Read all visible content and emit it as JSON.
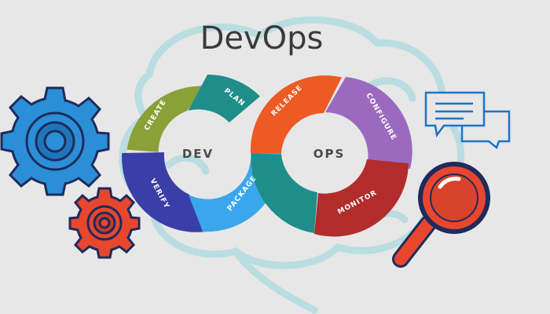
{
  "title": "DevOps",
  "diagram": {
    "left_center": "DEV",
    "right_center": "OPS",
    "segments": {
      "create": {
        "label": "CREATE",
        "color": "#8aa038"
      },
      "plan": {
        "label": "PLAN",
        "color": "#1f8e8a"
      },
      "verify": {
        "label": "VERIFY",
        "color": "#3a3fa8"
      },
      "package": {
        "label": "PACKAGE",
        "color": "#3aa7ec"
      },
      "release": {
        "label": "RELEASE",
        "color": "#ee5a24"
      },
      "configure": {
        "label": "CONFIGURE",
        "color": "#9b6abf"
      },
      "monitor": {
        "label": "MONITOR",
        "color": "#b22c2c"
      }
    }
  },
  "icons": [
    "gear-large-icon",
    "gear-small-icon",
    "chat-bubbles-icon",
    "magnifying-glass-icon",
    "brain-outline-icon"
  ],
  "colors": {
    "background": "#e7e7e7",
    "brain_outline": "#b9dde0",
    "gear_blue": "#2a8fd6",
    "gear_red": "#e8472e",
    "outline": "#1f2b5c"
  }
}
